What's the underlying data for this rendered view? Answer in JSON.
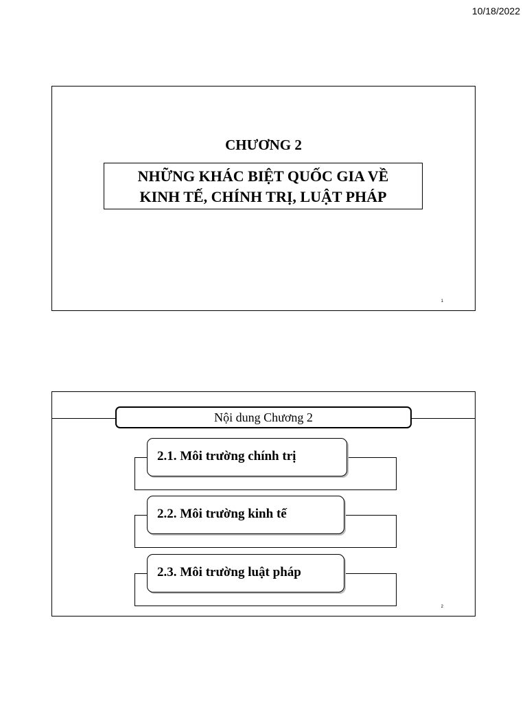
{
  "date": "10/18/2022",
  "slide1": {
    "chapter": "CHƯƠNG 2",
    "title_line1": "NHỮNG KHÁC BIỆT QUỐC GIA VỀ",
    "title_line2": "KINH TẾ, CHÍNH TRỊ, LUẬT PHÁP",
    "number": "1"
  },
  "slide2": {
    "header": "Nội dung Chương 2",
    "items": [
      {
        "label": "2.1. Môi trường chính trị"
      },
      {
        "label": "2.2. Môi trường kinh tế"
      },
      {
        "label": "2.3. Môi trường luật pháp"
      }
    ],
    "number": "2"
  }
}
